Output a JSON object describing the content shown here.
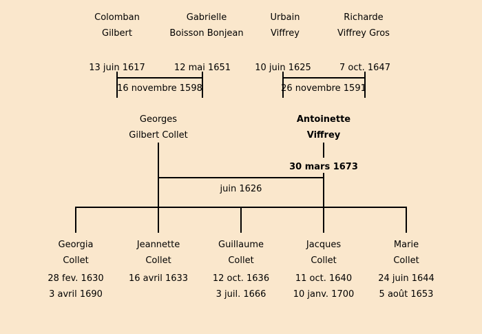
{
  "colors": {
    "background": "#fae7cc",
    "line": "#000000",
    "text": "#000000"
  },
  "grandparents": [
    {
      "first": "Colomban",
      "last": "Gilbert",
      "date": "13 juin 1617"
    },
    {
      "first": "Gabrielle",
      "last": "Boisson Bonjean",
      "date": "12 mai 1651"
    },
    {
      "first": "Urbain",
      "last": "Viffrey",
      "date": "10 juin 1625"
    },
    {
      "first": "Richarde",
      "last": "Viffrey Gros",
      "date": "7 oct. 1647"
    }
  ],
  "marriages": {
    "left": "16 novembre 1598",
    "right": "26 novembre 1591",
    "center": "juin 1626"
  },
  "parents": [
    {
      "first": "Georges",
      "last": "Gilbert Collet",
      "date": ""
    },
    {
      "first": "Antoinette",
      "last": "Viffrey",
      "date": "30 mars 1673"
    }
  ],
  "children": [
    {
      "first": "Georgia",
      "last": "Collet",
      "date1": "28 fev. 1630",
      "date2": "3 avril 1690"
    },
    {
      "first": "Jeannette",
      "last": "Collet",
      "date1": "16 avril 1633",
      "date2": ""
    },
    {
      "first": "Guillaume",
      "last": "Collet",
      "date1": "12 oct. 1636",
      "date2": "3 juil. 1666"
    },
    {
      "first": "Jacques",
      "last": "Collet",
      "date1": "11 oct. 1640",
      "date2": "10 janv. 1700"
    },
    {
      "first": "Marie",
      "last": "Collet",
      "date1": "24 juin 1644",
      "date2": "5 août 1653"
    }
  ]
}
